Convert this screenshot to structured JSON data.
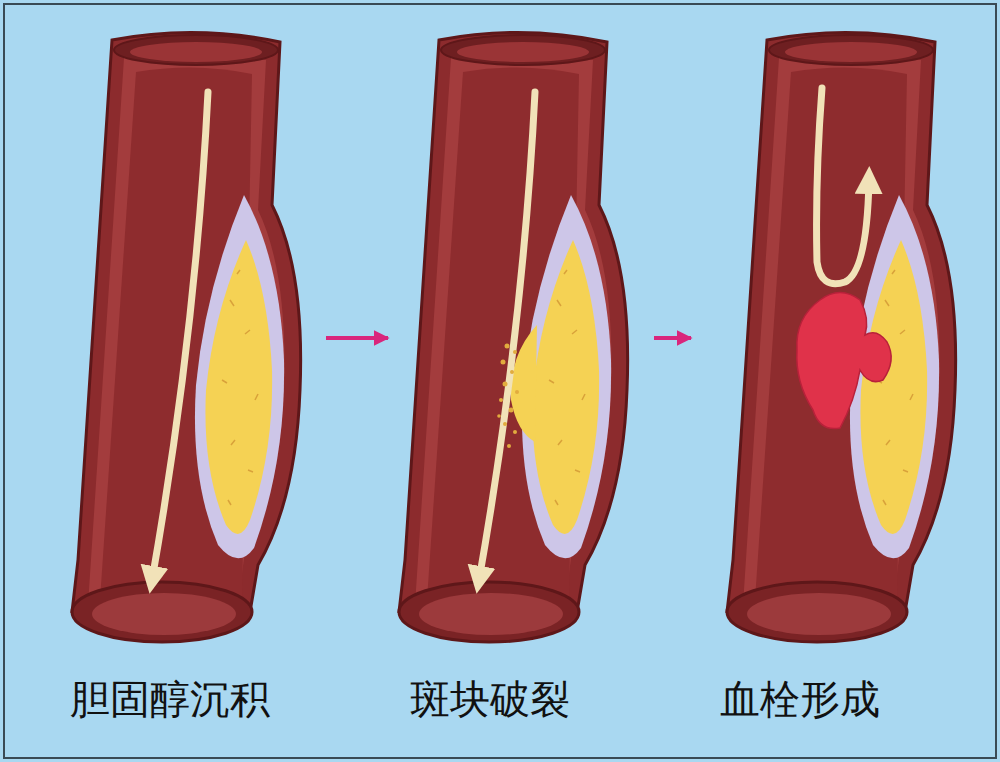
{
  "diagram": {
    "nodes": [
      {
        "text": [
          "胆固醇沉积"
        ]
      },
      {
        "text": [
          "斑块破裂"
        ]
      },
      {
        "text": [
          "血栓形成"
        ]
      }
    ],
    "edges": [
      {
        "from": 0,
        "to": 1,
        "arrow": "to"
      },
      {
        "from": 1,
        "to": 2,
        "arrow": "to"
      }
    ]
  }
}
